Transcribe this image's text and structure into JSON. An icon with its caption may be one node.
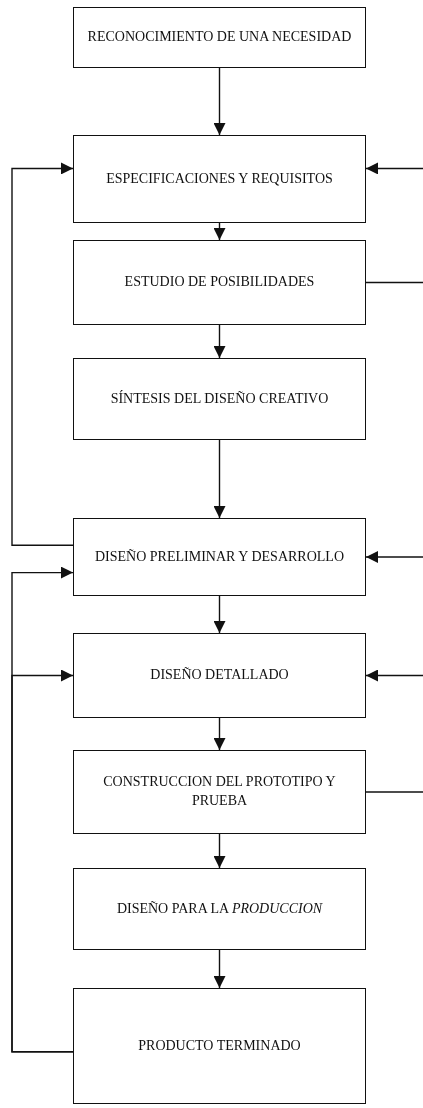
{
  "diagram": {
    "nodes": [
      {
        "text": [
          "RECONOCIMIENTO DE UNA NECESIDAD"
        ]
      },
      {
        "text": [
          "ESPECIFICACIONES Y REQUISITOS"
        ]
      },
      {
        "text": [
          "ESTUDIO DE POSIBILIDADES"
        ]
      },
      {
        "text": [
          "SÍNTESIS DEL DISEÑO CREATIVO"
        ]
      },
      {
        "text": [
          "DISEÑO PRELIMINAR Y DESARROLLO"
        ]
      },
      {
        "text": [
          "DISEÑO DETALLADO"
        ]
      },
      {
        "text": [
          "CONSTRUCCION DEL PROTOTIPO Y PRUEBA"
        ]
      },
      {
        "text": [
          "DISEÑO PARA LA *PRODUCCION*"
        ]
      },
      {
        "text": [
          "PRODUCTO TERMINADO"
        ]
      }
    ],
    "edges": [
      {
        "from": 0,
        "to": 1,
        "arrow": "to"
      },
      {
        "from": 1,
        "to": 2,
        "arrow": "to"
      },
      {
        "from": 2,
        "to": 3,
        "arrow": "to"
      },
      {
        "from": 3,
        "to": 4,
        "arrow": "to"
      },
      {
        "from": 4,
        "to": 5,
        "arrow": "to"
      },
      {
        "from": 5,
        "to": 6,
        "arrow": "to"
      },
      {
        "from": 6,
        "to": 7,
        "arrow": "to"
      },
      {
        "from": 7,
        "to": 8,
        "arrow": "to"
      },
      {
        "from": 4,
        "to": 1,
        "arrow": "to"
      },
      {
        "from": 8,
        "to": 4,
        "arrow": "to"
      },
      {
        "from": 8,
        "to": 5,
        "arrow": "to"
      },
      {
        "from": null,
        "to": 1,
        "arrow": "to"
      },
      {
        "from": 2,
        "to": null,
        "arrow": "none"
      },
      {
        "from": null,
        "to": 4,
        "arrow": "to"
      },
      {
        "from": null,
        "to": 5,
        "arrow": "to"
      },
      {
        "from": 6,
        "to": null,
        "arrow": "none"
      }
    ]
  }
}
